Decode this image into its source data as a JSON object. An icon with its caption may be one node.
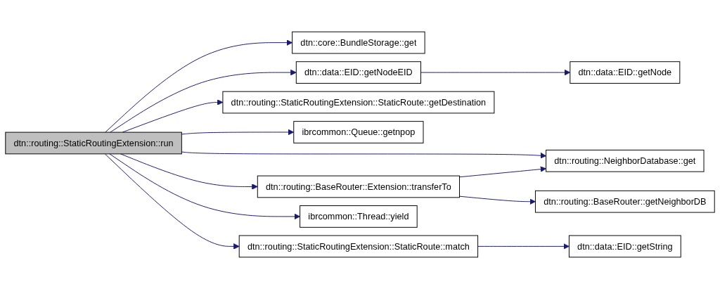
{
  "diagram": {
    "nodes": [
      {
        "text": [
          "dtn::routing::StaticRoutingExtension::run"
        ]
      },
      {
        "text": [
          "dtn::core::BundleStorage::get"
        ]
      },
      {
        "text": [
          "dtn::data::EID::getNodeEID"
        ]
      },
      {
        "text": [
          "dtn::data::EID::getNode"
        ]
      },
      {
        "text": [
          "dtn::routing::StaticRoutingExtension::StaticRoute::getDestination"
        ]
      },
      {
        "text": [
          "dtn::routing::NeighborDatabase::get"
        ]
      },
      {
        "text": [
          "ibrcommon::Queue::getnpop"
        ]
      },
      {
        "text": [
          "dtn::routing::BaseRouter::Extension::transferTo"
        ]
      },
      {
        "text": [
          "dtn::routing::BaseRouter::getNeighborDB"
        ]
      },
      {
        "text": [
          "dtn::routing::StaticRoutingExtension::StaticRoute::match"
        ]
      },
      {
        "text": [
          "dtn::data::EID::getString"
        ]
      },
      {
        "text": [
          "ibrcommon::Thread::yield"
        ]
      }
    ],
    "edges": [
      {
        "from": 0,
        "to": 1,
        "arrow": "to"
      },
      {
        "from": 0,
        "to": 2,
        "arrow": "to"
      },
      {
        "from": 2,
        "to": 3,
        "arrow": "to"
      },
      {
        "from": 0,
        "to": 4,
        "arrow": "to"
      },
      {
        "from": 0,
        "to": 5,
        "arrow": "to"
      },
      {
        "from": 0,
        "to": 6,
        "arrow": "to"
      },
      {
        "from": 0,
        "to": 7,
        "arrow": "to"
      },
      {
        "from": 7,
        "to": 5,
        "arrow": "to"
      },
      {
        "from": 7,
        "to": 8,
        "arrow": "to"
      },
      {
        "from": 0,
        "to": 9,
        "arrow": "to"
      },
      {
        "from": 9,
        "to": 10,
        "arrow": "to"
      },
      {
        "from": 0,
        "to": 11,
        "arrow": "to"
      }
    ]
  }
}
